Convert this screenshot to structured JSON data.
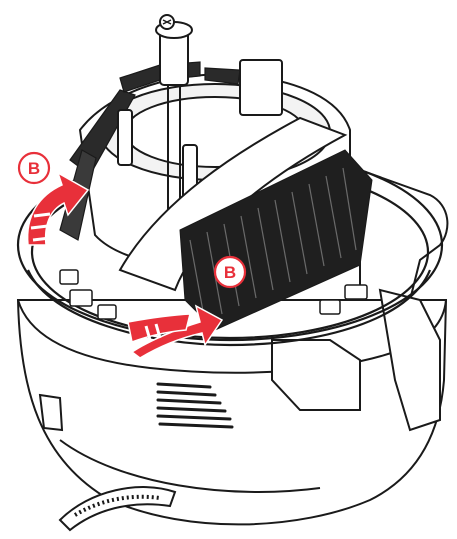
{
  "callouts": [
    {
      "id": "left",
      "label": "B"
    },
    {
      "id": "center",
      "label": "B"
    }
  ],
  "colors": {
    "accent": "#e8303a",
    "line": "#1a1a1a",
    "fill": "#ffffff",
    "shade": "#d9d9d9"
  },
  "icons": [
    "rotate-arrow-icon",
    "rotate-arrow-icon"
  ]
}
